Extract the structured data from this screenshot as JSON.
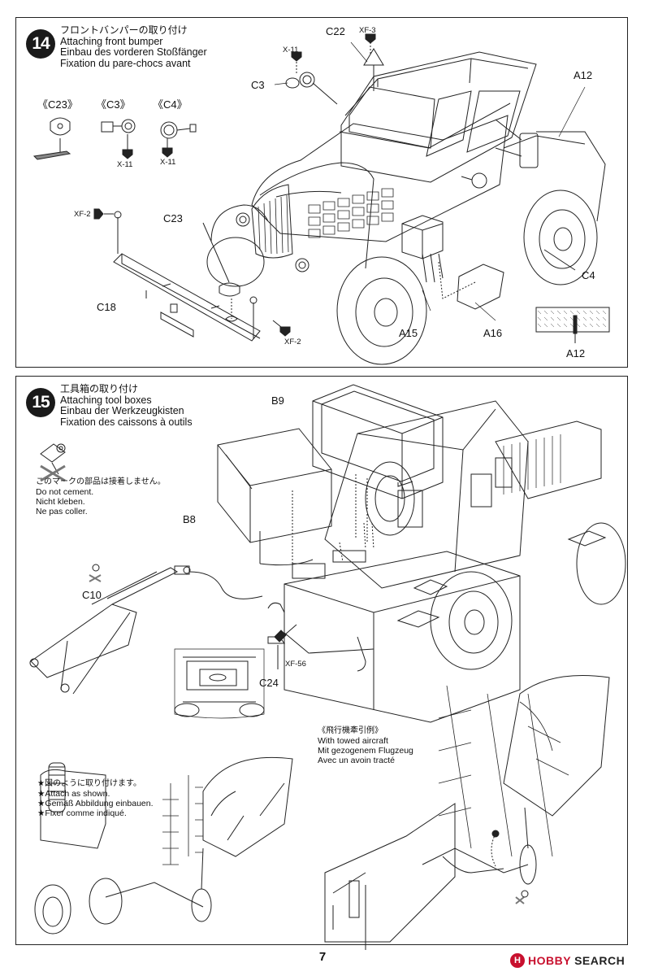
{
  "step14": {
    "number": "14",
    "title_jp": "フロントバンパーの取り付け",
    "title_en": "Attaching front bumper",
    "title_de": "Einbau des vorderen Stoßfänger",
    "title_fr": "Fixation du pare-chocs avant",
    "callouts": {
      "c23": "《C23》",
      "c3": "《C3》",
      "c4": "《C4》",
      "x11a": "X-11",
      "x11b": "X-11"
    },
    "labels": {
      "c22": "C22",
      "xf3": "XF-3",
      "x11": "X-11",
      "c3": "C3",
      "a12": "A12",
      "xf2a": "XF-2",
      "c23": "C23",
      "c18": "C18",
      "xf2b": "XF-2",
      "a15": "A15",
      "a16": "A16",
      "c4": "C4",
      "a12b": "A12"
    }
  },
  "step15": {
    "number": "15",
    "title_jp": "工具箱の取り付け",
    "title_en": "Attaching tool boxes",
    "title_de": "Einbau der Werkzeugkisten",
    "title_fr": "Fixation des caissons à outils",
    "no_cement": {
      "jp": "このマークの部品は接着しません。",
      "en": "Do not cement.",
      "de": "Nicht kleben.",
      "fr": "Ne pas coller."
    },
    "labels": {
      "b9": "B9",
      "b8": "B8",
      "c10": "C10",
      "c24": "C24",
      "xf56": "XF-56"
    },
    "towed": {
      "jp": "《飛行機牽引例》",
      "en": "With towed aircraft",
      "de": "Mit gezogenem Flugzeug",
      "fr": "Avec un avoin tracté"
    },
    "attach": {
      "jp": "★図のように取り付けます。",
      "en": "★Attach as shown.",
      "de": "★Gemäß Abbildung einbauen.",
      "fr": "★Fixer comme indiqué."
    }
  },
  "page_number": "7",
  "watermark": {
    "mark": "H",
    "brand": "HOBBY",
    "suffix": "SEARCH"
  }
}
